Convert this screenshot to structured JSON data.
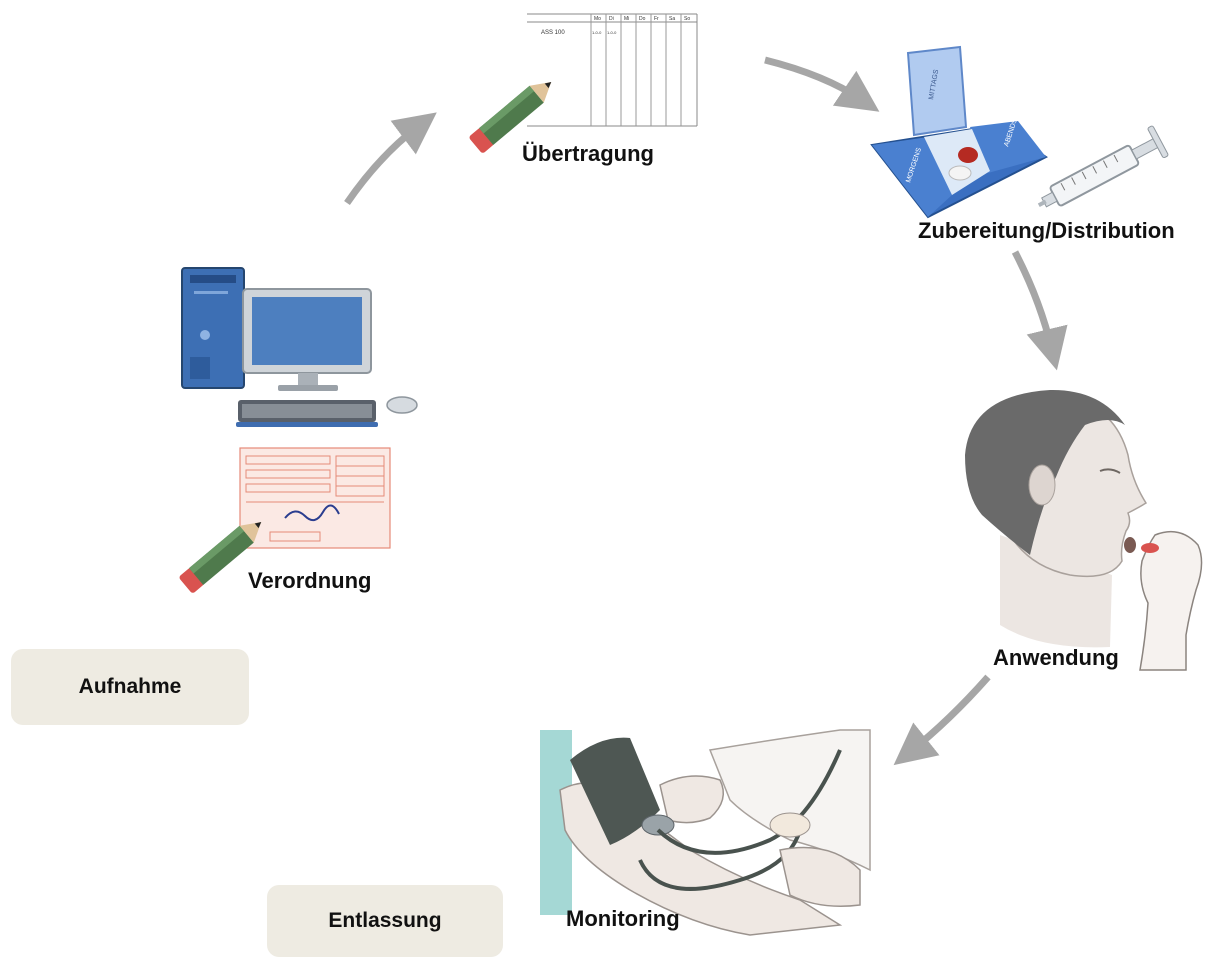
{
  "stages": {
    "verordnung": "Verordnung",
    "uebertragung": "Übertragung",
    "zubereitung": "Zubereitung/Distribution",
    "anwendung": "Anwendung",
    "monitoring": "Monitoring"
  },
  "phases": {
    "aufnahme": "Aufnahme",
    "entlassung": "Entlassung"
  },
  "chart_sheet": {
    "drug": "ASS 100",
    "dose": "1-0-0",
    "days": [
      "Mo",
      "Di",
      "Mi",
      "Do",
      "Fr",
      "Sa",
      "So"
    ]
  },
  "pillbox": {
    "compartments": [
      "MORGENS",
      "MITTAGS",
      "ABENDS"
    ]
  },
  "colors": {
    "arrow": "#a6a6a6",
    "pencil_body": "#4f7a4c",
    "pencil_eraser": "#d9534f",
    "pillbox_blue": "#3a6fc1",
    "phase_box": "#eeebe2",
    "skin": "#ece6e2",
    "hair": "#6a6a6a",
    "cuff": "#4e5753"
  },
  "icons": [
    "computer-icon",
    "prescription-form-icon",
    "pencil-icon",
    "medication-chart-icon",
    "pillbox-icon",
    "syringe-icon",
    "patient-taking-pill-icon",
    "blood-pressure-measurement-icon"
  ]
}
